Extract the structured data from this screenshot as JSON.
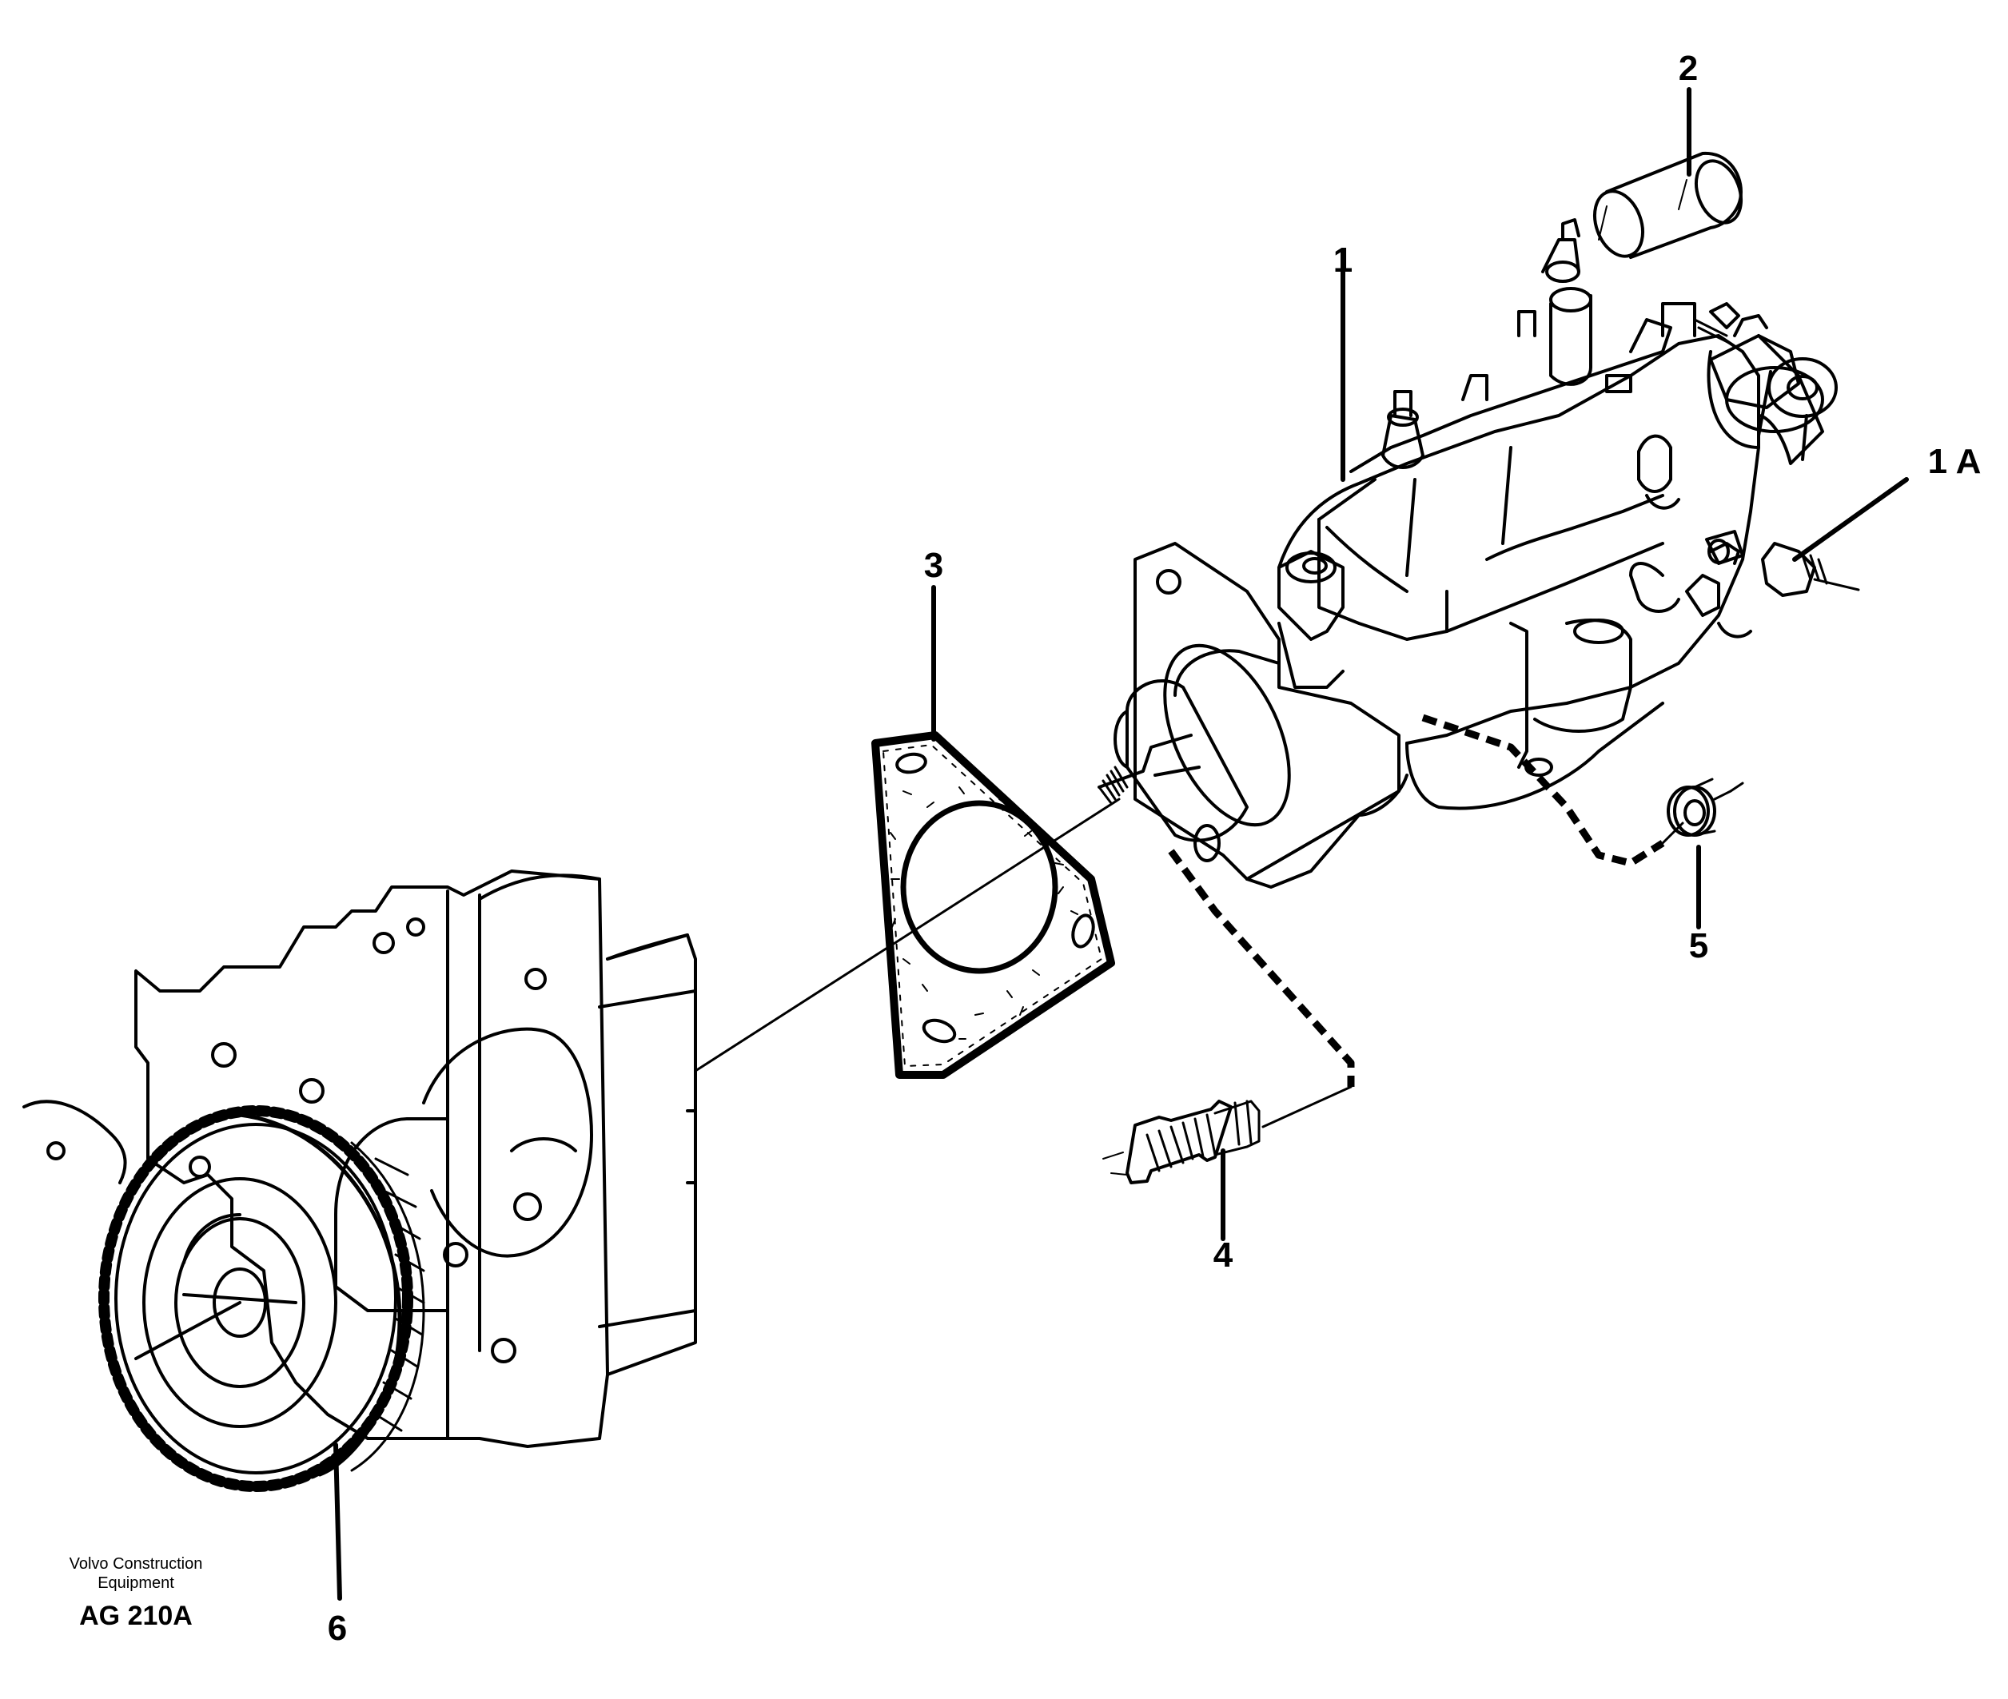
{
  "callouts": [
    {
      "id": "1",
      "label": "1"
    },
    {
      "id": "1a",
      "label": "1 A"
    },
    {
      "id": "2",
      "label": "2"
    },
    {
      "id": "3",
      "label": "3"
    },
    {
      "id": "4",
      "label": "4"
    },
    {
      "id": "5",
      "label": "5"
    },
    {
      "id": "6",
      "label": "6"
    }
  ],
  "footer": {
    "maker_line1": "Volvo Construction",
    "maker_line2": "Equipment",
    "drawing_code": "AG 210A"
  }
}
